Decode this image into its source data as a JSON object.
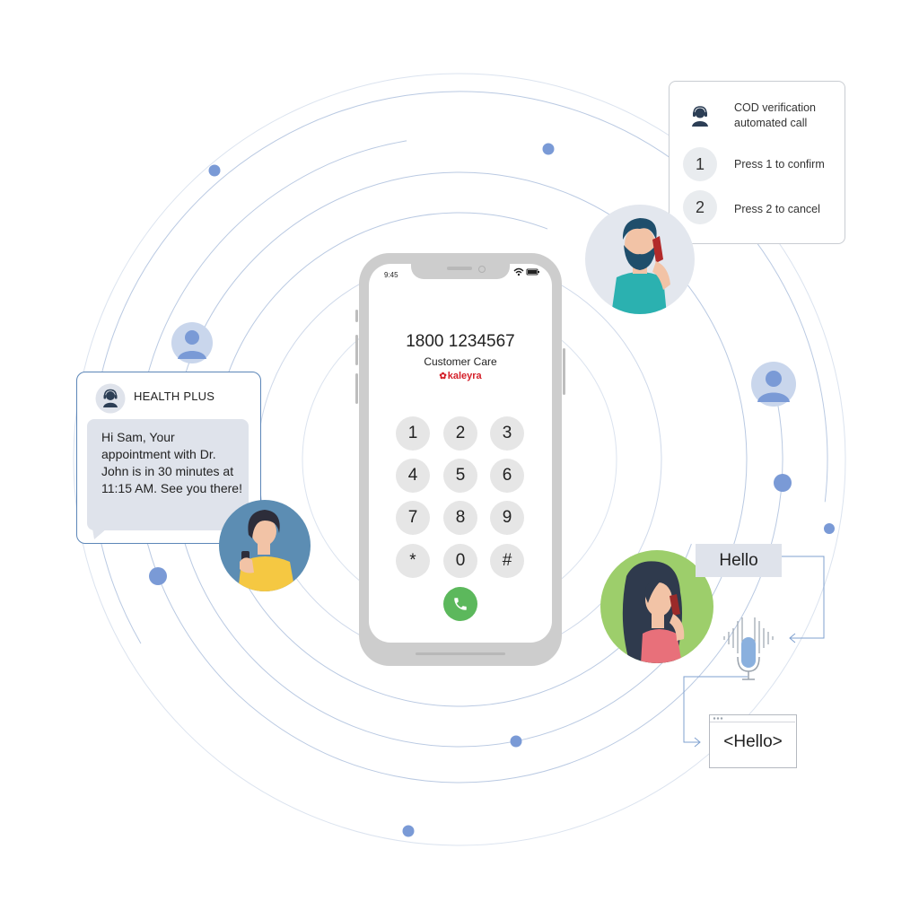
{
  "colors": {
    "orbit": "#b9c9e2",
    "dot": "#7a9ad6",
    "accent_blue": "#5c86b8",
    "call_green": "#5cb85c",
    "brand_red": "#d4202a",
    "key_grey": "#e6e6e6"
  },
  "phone": {
    "time": "9:45",
    "number": "1800 1234567",
    "label": "Customer Care",
    "brand": "kaleyra",
    "keys": [
      "1",
      "2",
      "3",
      "4",
      "5",
      "6",
      "7",
      "8",
      "9",
      "*",
      "0",
      "#"
    ],
    "call_icon": "phone-icon"
  },
  "ivr": {
    "title": "COD verification automated call",
    "options": [
      {
        "key": "1",
        "text": "Press 1 to confirm"
      },
      {
        "key": "2",
        "text": "Press 2 to cancel"
      }
    ],
    "icon": "agent-headset-icon"
  },
  "sms": {
    "sender": "HEALTH PLUS",
    "message": "Hi Sam, Your appointment with Dr. John is in 30 minutes at 11:15 AM. See you there!",
    "icon": "agent-headset-icon"
  },
  "speech": {
    "spoken": "Hello",
    "transcribed": "<Hello>",
    "icon": "microphone-icon"
  }
}
